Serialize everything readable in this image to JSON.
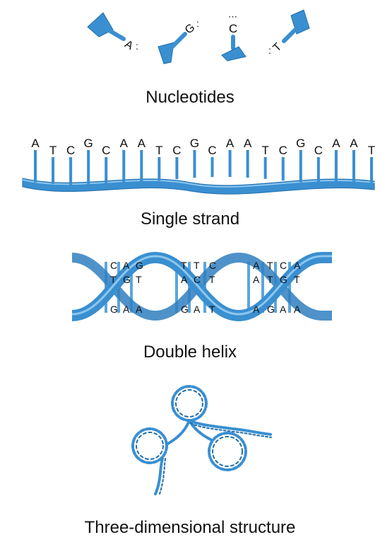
{
  "colors": {
    "strand_blue": "#3a8fd0",
    "strand_dark": "#1f6fae",
    "strand_light": "#8cc6ee",
    "text": "#111111"
  },
  "nucleotides": {
    "caption": "Nucleotides",
    "bases": [
      "A",
      "G",
      "C",
      "T"
    ]
  },
  "single_strand": {
    "caption": "Single strand",
    "bases": [
      "A",
      "T",
      "C",
      "G",
      "C",
      "A",
      "A",
      "T",
      "C",
      "G",
      "C",
      "A",
      "A",
      "T",
      "C",
      "G",
      "C",
      "A",
      "A",
      "T"
    ]
  },
  "double_helix": {
    "caption": "Double helix",
    "bases_top": [
      "C",
      "A",
      "G",
      "T",
      "T",
      "C",
      "A",
      "T",
      "C",
      "A"
    ],
    "bases_mid": [
      "T",
      "G",
      "T",
      "A",
      "C",
      "T",
      "A",
      "T",
      "G",
      "T"
    ],
    "bases_low": [
      "G",
      "A",
      "A",
      "G",
      "A",
      "T",
      "A",
      "G",
      "A",
      "A"
    ]
  },
  "three_d": {
    "caption": "Three-dimensional structure"
  }
}
